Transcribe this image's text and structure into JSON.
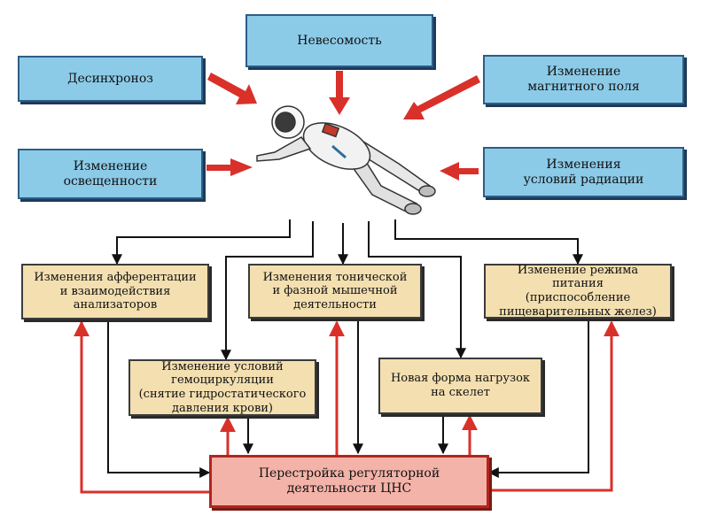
{
  "factors": {
    "weightlessness": "Невесомость",
    "desynchronosis": "Десинхроноз",
    "magnetic_field": "Изменение\nмагнитного поля",
    "illumination": "Изменение\nосвещенности",
    "radiation": "Изменения\nусловий радиации"
  },
  "effects": {
    "afferentation": "Изменения афферентации\nи взаимодействия\nанализаторов",
    "muscle_activity": "Изменения тонической\nи фазной мышечной\nдеятельности",
    "nutrition": "Изменение режима питания\n(приспособление\nпищеварительных желез)",
    "hemocirculation": "Изменение условий\nгемоциркуляции\n(снятие гидростатического\nдавления крови)",
    "skeletal_load": "Новая форма нагрузок\nна скелет"
  },
  "central": {
    "label": "Перестройка регуляторной\nдеятельности ЦНС"
  },
  "colors": {
    "factor_fill": "#8ccbe8",
    "effect_fill": "#f3dfb0",
    "central_fill": "#f4b3a8",
    "red_arrow": "#d9302a",
    "black_arrow": "#111111"
  }
}
